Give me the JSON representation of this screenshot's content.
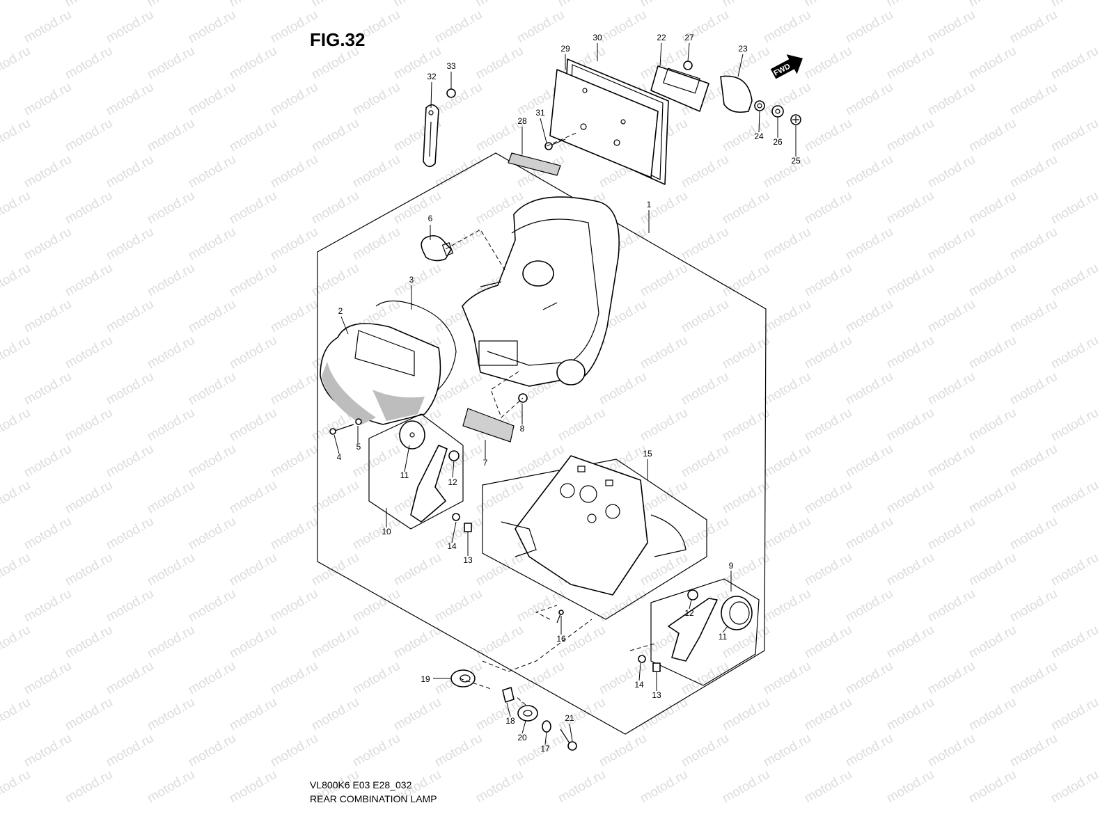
{
  "figure": {
    "title": "FIG.32",
    "model_code": "VL800K6 E03 E28_032",
    "caption": "REAR COMBINATION LAMP",
    "direction_marker": "FWD",
    "watermark": "motod.ru"
  },
  "callouts": [
    {
      "id": "c1",
      "text": "1"
    },
    {
      "id": "c2",
      "text": "2"
    },
    {
      "id": "c3",
      "text": "3"
    },
    {
      "id": "c4",
      "text": "4"
    },
    {
      "id": "c5",
      "text": "5"
    },
    {
      "id": "c6",
      "text": "6"
    },
    {
      "id": "c7",
      "text": "7"
    },
    {
      "id": "c8",
      "text": "8"
    },
    {
      "id": "c9",
      "text": "9"
    },
    {
      "id": "c10",
      "text": "10"
    },
    {
      "id": "c11a",
      "text": "11"
    },
    {
      "id": "c11b",
      "text": "11"
    },
    {
      "id": "c12a",
      "text": "12"
    },
    {
      "id": "c12b",
      "text": "12"
    },
    {
      "id": "c13a",
      "text": "13"
    },
    {
      "id": "c13b",
      "text": "13"
    },
    {
      "id": "c14a",
      "text": "14"
    },
    {
      "id": "c14b",
      "text": "14"
    },
    {
      "id": "c15",
      "text": "15"
    },
    {
      "id": "c16",
      "text": "16"
    },
    {
      "id": "c17",
      "text": "17"
    },
    {
      "id": "c18",
      "text": "18"
    },
    {
      "id": "c19",
      "text": "19"
    },
    {
      "id": "c20",
      "text": "20"
    },
    {
      "id": "c21",
      "text": "21"
    },
    {
      "id": "c22",
      "text": "22"
    },
    {
      "id": "c23",
      "text": "23"
    },
    {
      "id": "c24",
      "text": "24"
    },
    {
      "id": "c25",
      "text": "25"
    },
    {
      "id": "c26",
      "text": "26"
    },
    {
      "id": "c27",
      "text": "27"
    },
    {
      "id": "c28",
      "text": "28"
    },
    {
      "id": "c29",
      "text": "29"
    },
    {
      "id": "c30",
      "text": "30"
    },
    {
      "id": "c31",
      "text": "31"
    },
    {
      "id": "c32",
      "text": "32"
    },
    {
      "id": "c33",
      "text": "33"
    }
  ]
}
